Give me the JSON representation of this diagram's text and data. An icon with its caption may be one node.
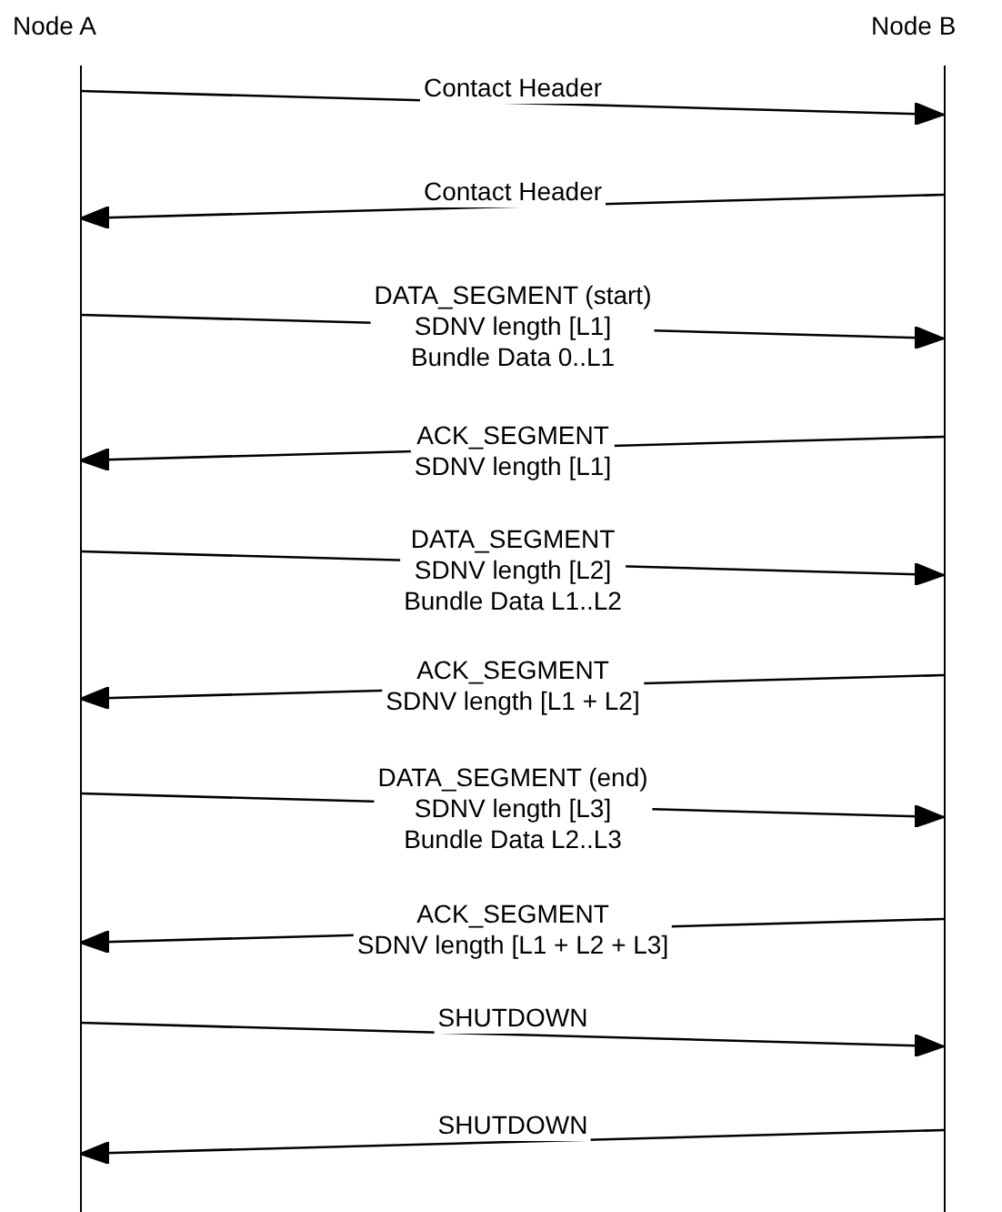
{
  "diagram": {
    "nodes": [
      {
        "text": [
          "Node A"
        ]
      },
      {
        "text": [
          "Node B"
        ]
      }
    ],
    "edges": [
      {
        "from": 0,
        "to": 1,
        "arrow": "to",
        "label": "Contact Header"
      },
      {
        "from": 1,
        "to": 0,
        "arrow": "to",
        "label": "Contact Header"
      },
      {
        "from": 0,
        "to": 1,
        "arrow": "to",
        "label": "DATA_SEGMENT (start) SDNV length [L1] Bundle Data 0..L1"
      },
      {
        "from": 1,
        "to": 0,
        "arrow": "to",
        "label": "ACK_SEGMENT SDNV length [L1]"
      },
      {
        "from": 0,
        "to": 1,
        "arrow": "to",
        "label": "DATA_SEGMENT SDNV length [L2] Bundle Data L1..L2"
      },
      {
        "from": 1,
        "to": 0,
        "arrow": "to",
        "label": "ACK_SEGMENT SDNV length [L1 + L2]"
      },
      {
        "from": 0,
        "to": 1,
        "arrow": "to",
        "label": "DATA_SEGMENT (end) SDNV length [L3] Bundle Data L2..L3"
      },
      {
        "from": 1,
        "to": 0,
        "arrow": "to",
        "label": "ACK_SEGMENT SDNV length [L1 + L2 + L3]"
      },
      {
        "from": 0,
        "to": 1,
        "arrow": "to",
        "label": "SHUTDOWN"
      },
      {
        "from": 1,
        "to": 0,
        "arrow": "to",
        "label": "SHUTDOWN"
      }
    ]
  }
}
